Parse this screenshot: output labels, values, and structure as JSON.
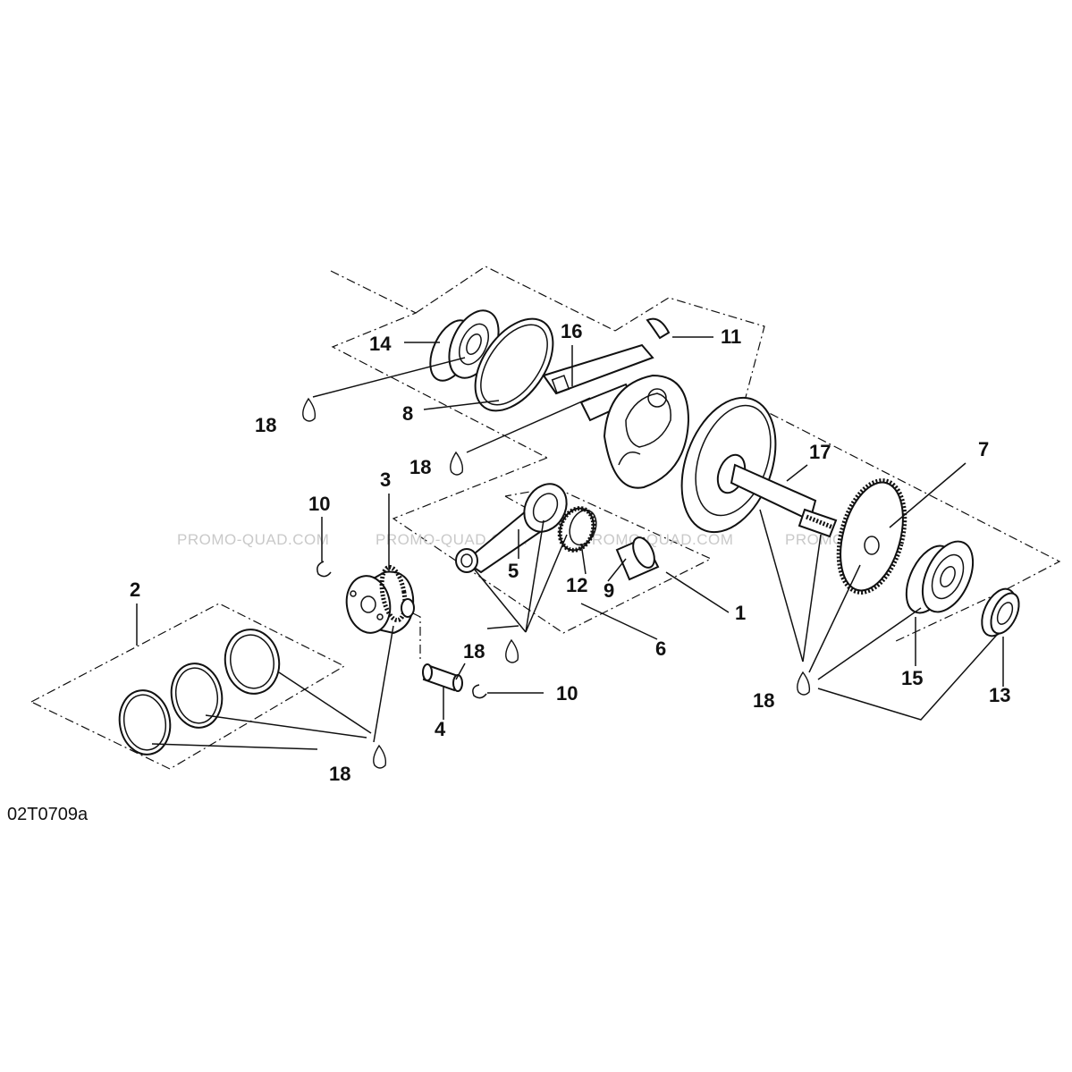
{
  "figure_code": "02T0709a",
  "watermark": "PROMO-QUAD.COM",
  "watermark_partial": "PROMO-QU/",
  "callouts": {
    "c1": "1",
    "c2": "2",
    "c3": "3",
    "c4": "4",
    "c5": "5",
    "c6": "6",
    "c7": "7",
    "c8": "8",
    "c9": "9",
    "c10a": "10",
    "c10b": "10",
    "c11": "11",
    "c12": "12",
    "c13": "13",
    "c14": "14",
    "c15": "15",
    "c16": "16",
    "c17": "17",
    "c18a": "18",
    "c18b": "18",
    "c18c": "18",
    "c18d": "18",
    "c18e": "18"
  }
}
